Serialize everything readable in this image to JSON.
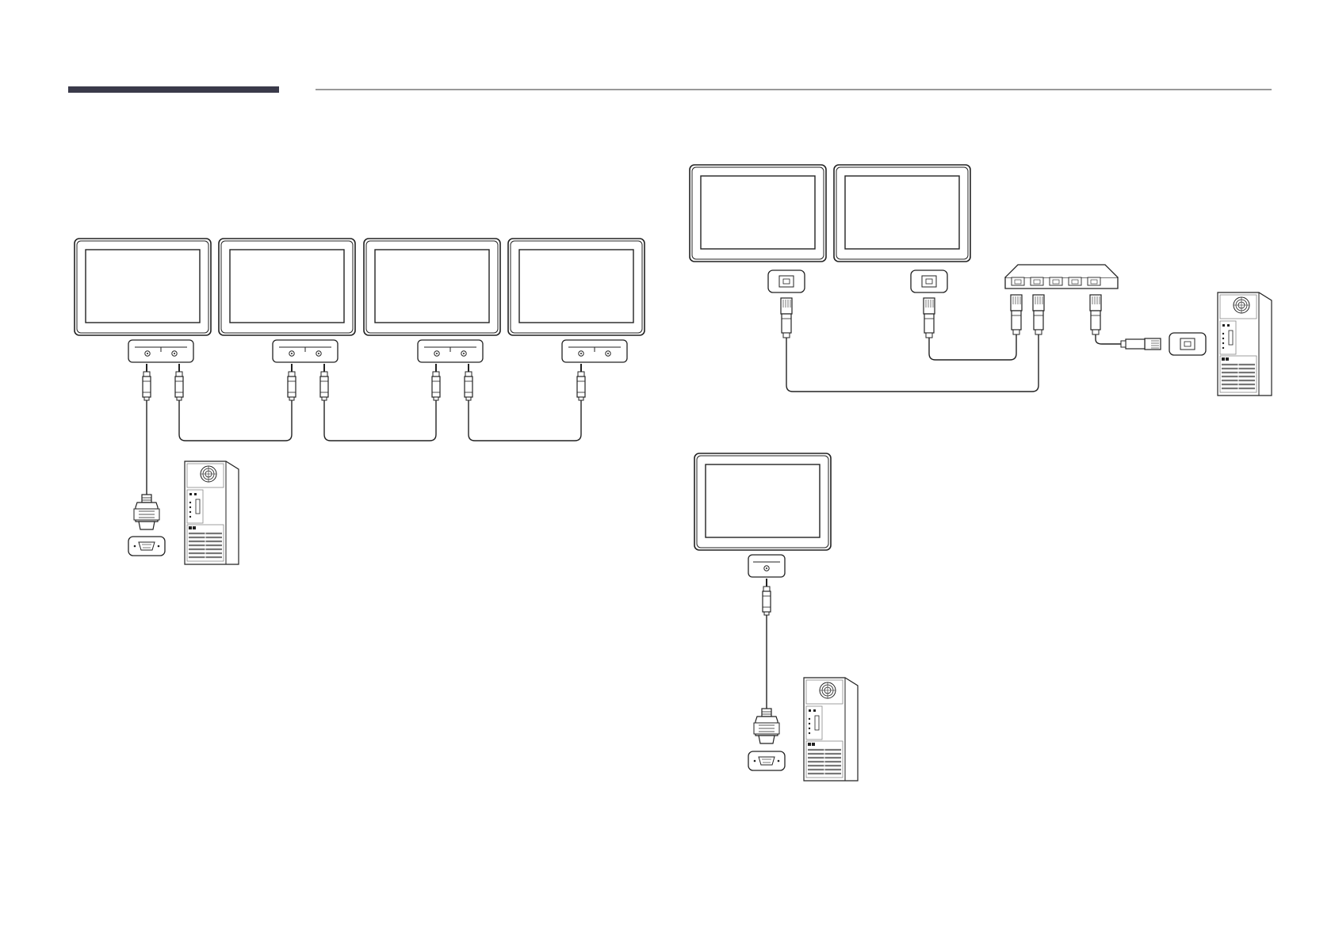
{
  "colors": {
    "header_bar": "#3a3a4a",
    "line": "#222222",
    "fill": "#ffffff",
    "computer_panel": "#888888"
  },
  "diagrams": [
    {
      "name": "rs232-daisy-chain",
      "monitors": 4,
      "connection": "stereo-jack-cable",
      "host_port": "rs232c-db9"
    },
    {
      "name": "lan-network",
      "monitors": 2,
      "connection": "rj45-lan-cable",
      "hub": "network-switch"
    },
    {
      "name": "rs232-single",
      "monitors": 1,
      "connection": "stereo-jack-cable",
      "host_port": "rs232c-db9"
    }
  ]
}
